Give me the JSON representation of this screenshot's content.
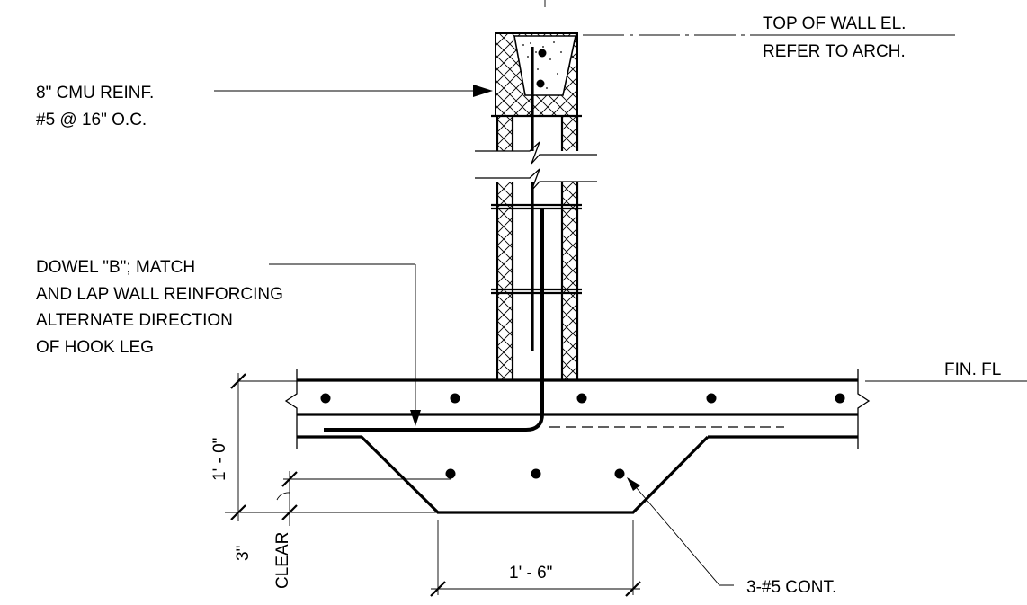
{
  "notes": {
    "top_of_wall_line1": "TOP OF WALL EL.",
    "top_of_wall_line2": "REFER TO ARCH.",
    "cmu_line1": "8\" CMU REINF.",
    "cmu_line2": "#5 @ 16\" O.C.",
    "dowel_line1": "DOWEL \"B\"; MATCH",
    "dowel_line2": "AND LAP WALL REINFORCING",
    "dowel_line3": "ALTERNATE DIRECTION",
    "dowel_line4": "OF HOOK LEG",
    "finish_floor": "FIN. FL",
    "continuous_bars": "3-#5 CONT."
  },
  "dimensions": {
    "depth": "1' - 0\"",
    "width": "1' - 6\"",
    "clear_value": "3\"",
    "clear_label": "CLEAR"
  },
  "colors": {
    "line": "#000000",
    "background": "#ffffff"
  }
}
